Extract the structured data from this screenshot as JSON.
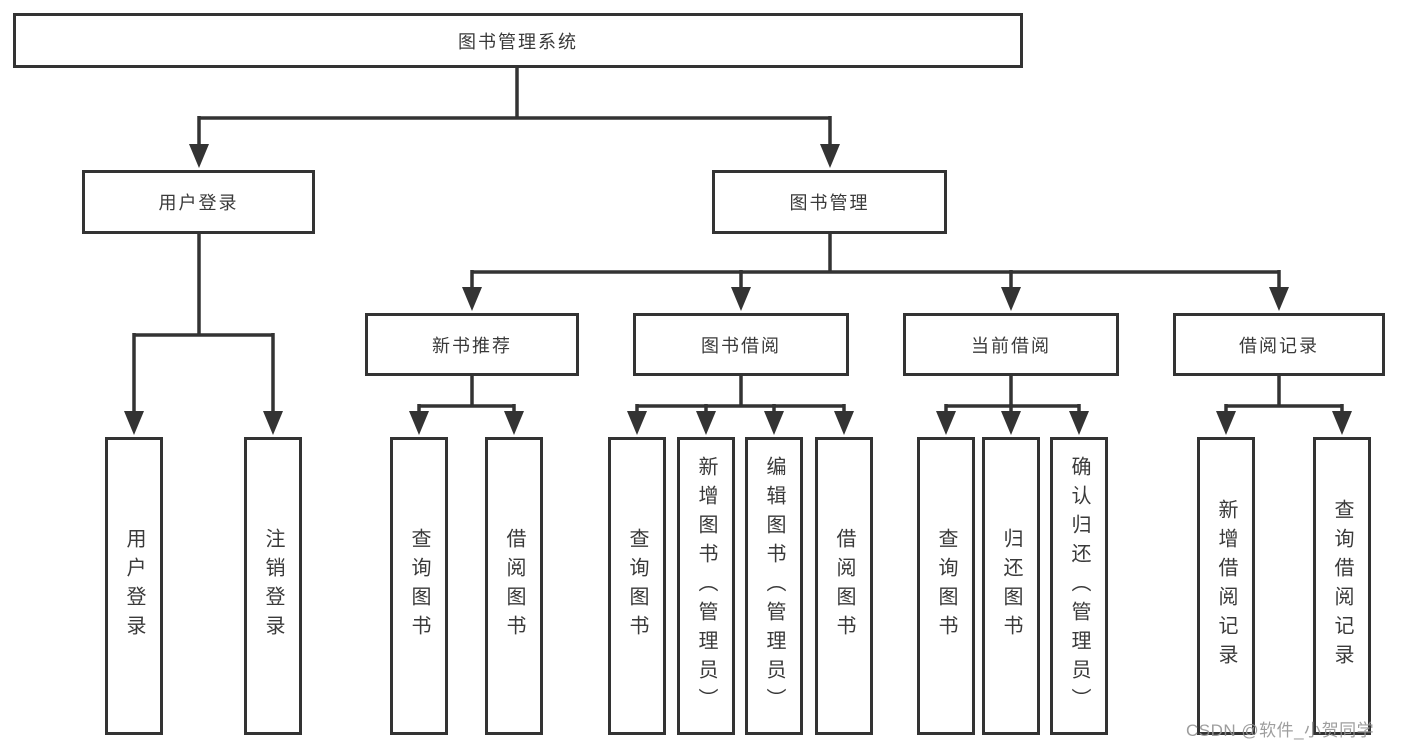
{
  "diagram": {
    "title": "图书管理系统",
    "nodes": {
      "root": {
        "label": "图书管理系统"
      },
      "user_login": {
        "label": "用户登录"
      },
      "book_mgmt": {
        "label": "图书管理"
      },
      "new_book_rec": {
        "label": "新书推荐"
      },
      "book_borrow": {
        "label": "图书借阅"
      },
      "current_borrow": {
        "label": "当前借阅"
      },
      "borrow_record": {
        "label": "借阅记录"
      },
      "leaf_user_login": {
        "label": "用户登录"
      },
      "leaf_logout": {
        "label": "注销登录"
      },
      "leaf_nbr_query": {
        "label": "查询图书"
      },
      "leaf_nbr_borrow": {
        "label": "借阅图书"
      },
      "leaf_bb_query": {
        "label": "查询图书"
      },
      "leaf_bb_add": {
        "label": "新增图书（管理员）"
      },
      "leaf_bb_edit": {
        "label": "编辑图书（管理员）"
      },
      "leaf_bb_borrow": {
        "label": "借阅图书"
      },
      "leaf_cb_query": {
        "label": "查询图书"
      },
      "leaf_cb_return": {
        "label": "归还图书"
      },
      "leaf_cb_confirm": {
        "label": "确认归还（管理员）"
      },
      "leaf_br_add": {
        "label": "新增借阅记录"
      },
      "leaf_br_query": {
        "label": "查询借阅记录"
      }
    },
    "colors": {
      "line": "#333333",
      "text": "#3a3a3a",
      "background": "#ffffff",
      "watermark": "#949494"
    }
  },
  "watermark": "CSDN @软件_小贺同学"
}
